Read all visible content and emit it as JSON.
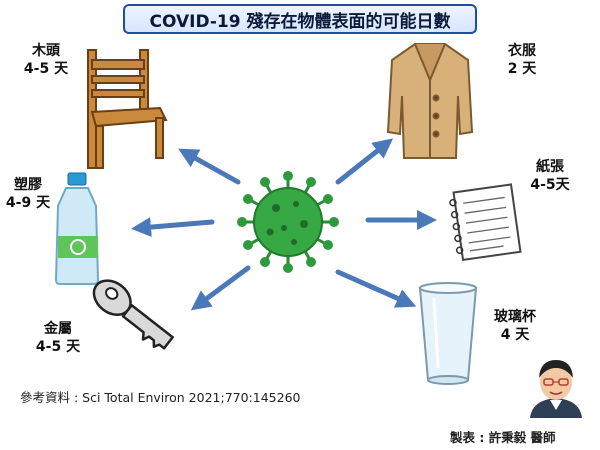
{
  "title": "COVID-19 殘存在物體表面的可能日數",
  "center": {
    "icon": "virus-icon"
  },
  "surfaces": [
    {
      "id": "wood",
      "name": "木頭",
      "days": "4-5 天",
      "icon": "chair-icon"
    },
    {
      "id": "plastic",
      "name": "塑膠",
      "days": "4-9 天",
      "icon": "plastic-bottle-icon"
    },
    {
      "id": "metal",
      "name": "金屬",
      "days": "4-5 天",
      "icon": "key-icon"
    },
    {
      "id": "clothing",
      "name": "衣服",
      "days": "2 天",
      "icon": "coat-icon"
    },
    {
      "id": "paper",
      "name": "紙張",
      "days": "4-5天",
      "icon": "paper-sheet-icon"
    },
    {
      "id": "glass",
      "name": "玻璃杯",
      "days": "4 天",
      "icon": "glass-cup-icon"
    }
  ],
  "reference": "參考資料 : Sci Total Environ 2021;770:145260",
  "credit": "製表 : 許秉毅 醫師",
  "colors": {
    "arrow": "#4a78b8",
    "virus": "#2e9a3c",
    "title_border": "#1f4e9c"
  }
}
